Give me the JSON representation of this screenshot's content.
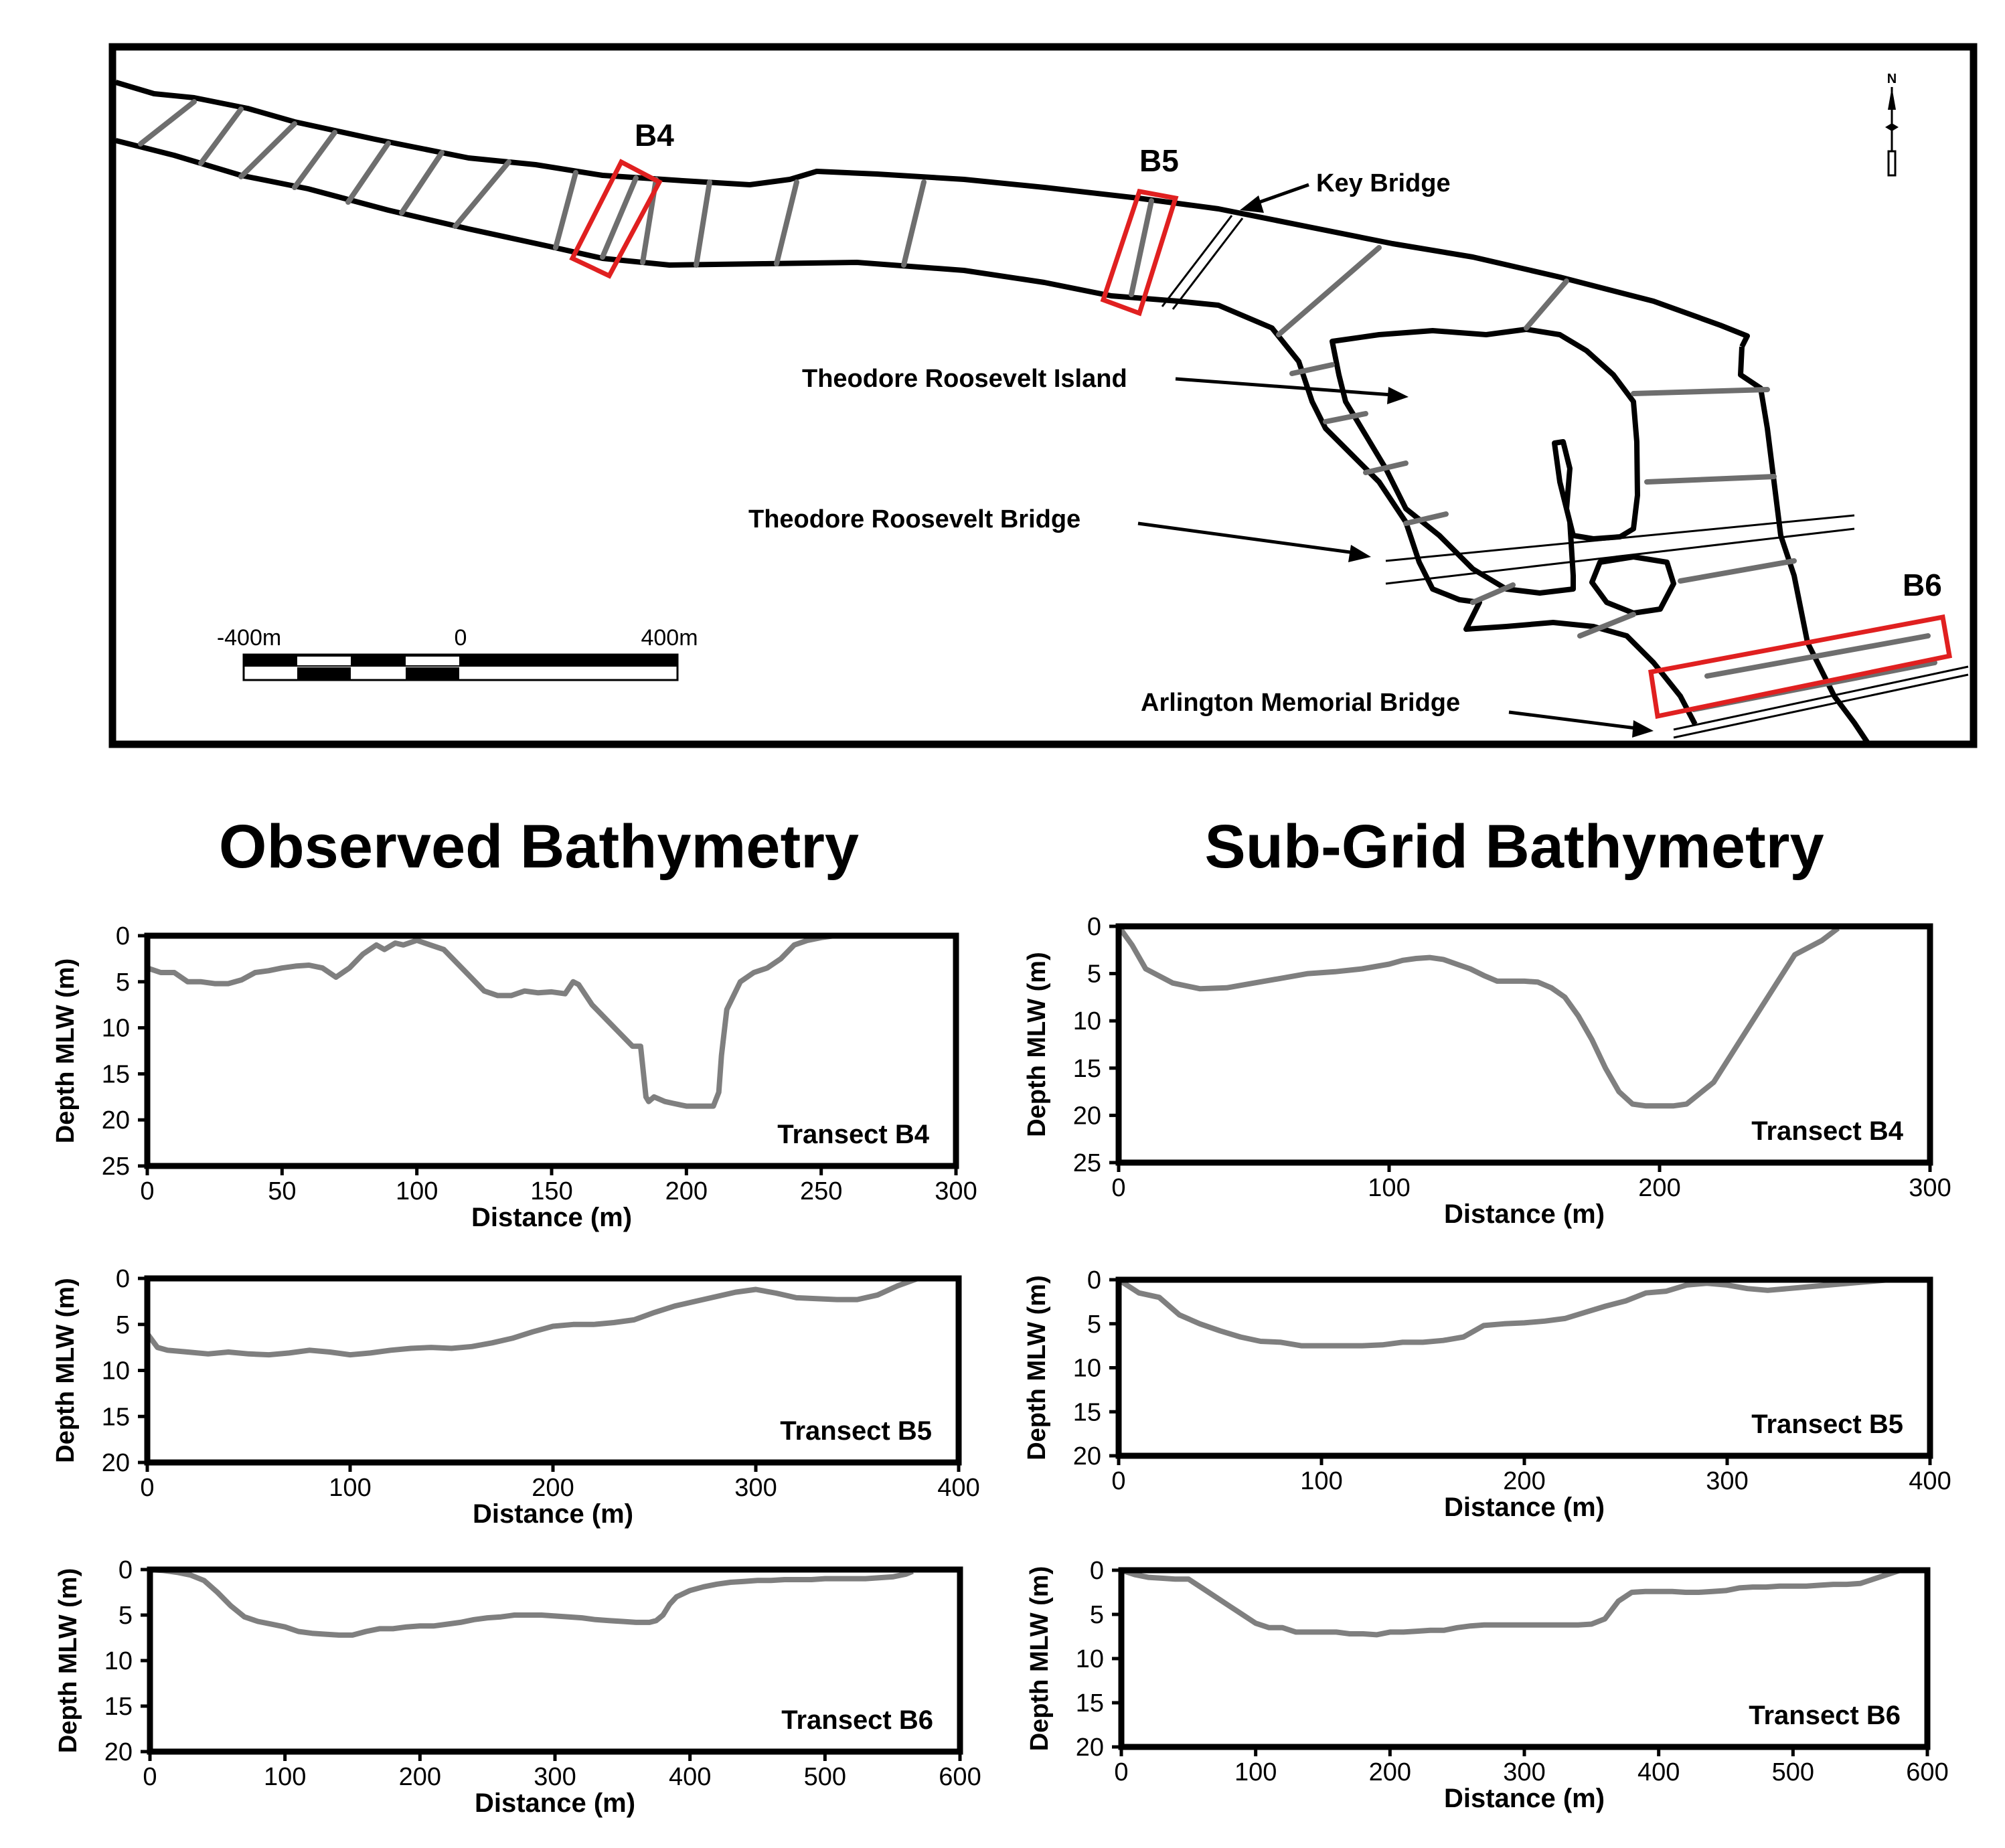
{
  "map": {
    "transect_labels": [
      "B4",
      "B5",
      "B6"
    ],
    "annotations": {
      "key_bridge": "Key Bridge",
      "tr_island": "Theodore Roosevelt Island",
      "tr_bridge": "Theodore Roosevelt Bridge",
      "arlington_bridge": "Arlington Memorial Bridge"
    },
    "scale_bar": {
      "left": "-400m",
      "mid": "0",
      "right": "400m"
    },
    "north_label": "N",
    "colors": {
      "highlight": "#e02020",
      "transect": "#6e6e6e",
      "shore": "#000000"
    }
  },
  "column_titles": {
    "observed": "Observed Bathymetry",
    "subgrid": "Sub-Grid Bathymetry"
  },
  "chart_data": [
    {
      "type": "line",
      "panel": "observed-b4",
      "label": "Transect B4",
      "xlabel": "Distance (m)",
      "ylabel": "Depth MLW (m)",
      "xlim": [
        0,
        300
      ],
      "ylim": [
        0,
        25
      ],
      "y_inverted": true,
      "xticks": [
        0,
        50,
        100,
        150,
        200,
        250,
        300
      ],
      "yticks": [
        0,
        5,
        10,
        15,
        20,
        25
      ],
      "line_color": "#7f7f7f",
      "series": [
        {
          "x": [
            0,
            5,
            10,
            15,
            20,
            25,
            30,
            35,
            40,
            45,
            50,
            55,
            60,
            65,
            70,
            75,
            80,
            85,
            88,
            92,
            95,
            100,
            105,
            110,
            115,
            120,
            125,
            130,
            135,
            140,
            145,
            150,
            155,
            158,
            160,
            165,
            170,
            175,
            180,
            183,
            185,
            186,
            188,
            192,
            195,
            200,
            205,
            210,
            212,
            213,
            215,
            220,
            225,
            230,
            235,
            240,
            245,
            250,
            255
          ],
          "y": [
            3.5,
            4,
            4,
            5,
            5,
            5.2,
            5.2,
            4.8,
            4,
            3.8,
            3.5,
            3.3,
            3.2,
            3.5,
            4.5,
            3.5,
            2,
            1,
            1.5,
            0.8,
            1,
            0.5,
            1,
            1.5,
            3,
            4.5,
            6,
            6.5,
            6.5,
            6,
            6.2,
            6.1,
            6.3,
            5,
            5.3,
            7.5,
            9,
            10.5,
            12,
            12,
            17.5,
            18,
            17.5,
            18,
            18.2,
            18.5,
            18.5,
            18.5,
            17,
            13,
            8,
            5,
            4,
            3.5,
            2.5,
            1,
            0.5,
            0.2,
            0
          ]
        }
      ]
    },
    {
      "type": "line",
      "panel": "observed-b5",
      "label": "Transect B5",
      "xlabel": "Distance (m)",
      "ylabel": "Depth MLW (m)",
      "xlim": [
        0,
        400
      ],
      "ylim": [
        0,
        20
      ],
      "y_inverted": true,
      "xticks": [
        0,
        100,
        200,
        300,
        400
      ],
      "yticks": [
        0,
        5,
        10,
        15,
        20
      ],
      "line_color": "#7f7f7f",
      "series": [
        {
          "x": [
            0,
            5,
            10,
            20,
            30,
            40,
            50,
            60,
            70,
            80,
            90,
            100,
            110,
            120,
            130,
            140,
            150,
            160,
            170,
            180,
            190,
            200,
            210,
            220,
            230,
            240,
            250,
            260,
            270,
            280,
            290,
            300,
            310,
            320,
            330,
            340,
            350,
            360,
            370,
            380
          ],
          "y": [
            6,
            7.5,
            7.8,
            8,
            8.2,
            8,
            8.2,
            8.3,
            8.1,
            7.8,
            8,
            8.3,
            8.1,
            7.8,
            7.6,
            7.5,
            7.6,
            7.4,
            7,
            6.5,
            5.8,
            5.2,
            5,
            5,
            4.8,
            4.5,
            3.7,
            3,
            2.5,
            2,
            1.5,
            1.2,
            1.6,
            2.1,
            2.2,
            2.3,
            2.3,
            1.8,
            0.8,
            0
          ]
        }
      ]
    },
    {
      "type": "line",
      "panel": "observed-b6",
      "label": "Transect B6",
      "xlabel": "Distance (m)",
      "ylabel": "Depth MLW (m)",
      "xlim": [
        0,
        600
      ],
      "ylim": [
        0,
        20
      ],
      "y_inverted": true,
      "xticks": [
        0,
        100,
        200,
        300,
        400,
        500,
        600
      ],
      "yticks": [
        0,
        5,
        10,
        15,
        20
      ],
      "line_color": "#7f7f7f",
      "series": [
        {
          "x": [
            0,
            10,
            20,
            30,
            40,
            50,
            60,
            70,
            80,
            90,
            100,
            110,
            120,
            130,
            140,
            150,
            160,
            170,
            180,
            190,
            200,
            210,
            220,
            230,
            240,
            250,
            260,
            270,
            280,
            290,
            300,
            310,
            320,
            330,
            340,
            350,
            360,
            370,
            375,
            380,
            385,
            390,
            400,
            410,
            420,
            430,
            440,
            450,
            460,
            470,
            480,
            490,
            500,
            510,
            520,
            530,
            540,
            550,
            560,
            565
          ],
          "y": [
            0,
            0.1,
            0.3,
            0.6,
            1.2,
            2.5,
            4,
            5.2,
            5.7,
            6,
            6.3,
            6.8,
            7,
            7.1,
            7.2,
            7.2,
            6.8,
            6.5,
            6.5,
            6.3,
            6.2,
            6.2,
            6,
            5.8,
            5.5,
            5.3,
            5.2,
            5,
            5,
            5,
            5.1,
            5.2,
            5.3,
            5.5,
            5.6,
            5.7,
            5.8,
            5.8,
            5.6,
            5,
            3.8,
            3,
            2.3,
            1.9,
            1.6,
            1.4,
            1.3,
            1.2,
            1.2,
            1.1,
            1.1,
            1.1,
            1,
            1,
            1,
            1,
            0.9,
            0.8,
            0.5,
            0.2
          ]
        }
      ]
    },
    {
      "type": "line",
      "panel": "subgrid-b4",
      "label": "Transect B4",
      "xlabel": "Distance (m)",
      "ylabel": "Depth MLW (m)",
      "xlim": [
        0,
        300
      ],
      "ylim": [
        0,
        25
      ],
      "y_inverted": true,
      "xticks": [
        0,
        100,
        200,
        300
      ],
      "yticks": [
        0,
        5,
        10,
        15,
        20,
        25
      ],
      "line_color": "#7f7f7f",
      "series": [
        {
          "x": [
            0,
            5,
            10,
            20,
            30,
            40,
            50,
            60,
            70,
            80,
            90,
            100,
            105,
            110,
            115,
            120,
            125,
            130,
            135,
            140,
            150,
            155,
            160,
            165,
            170,
            175,
            180,
            185,
            190,
            195,
            200,
            205,
            210,
            220,
            230,
            240,
            250,
            260,
            266
          ],
          "y": [
            0,
            2,
            4.5,
            6,
            6.6,
            6.5,
            6,
            5.5,
            5,
            4.8,
            4.5,
            4,
            3.6,
            3.4,
            3.3,
            3.5,
            4,
            4.5,
            5.2,
            5.8,
            5.8,
            5.9,
            6.5,
            7.5,
            9.5,
            12,
            15,
            17.5,
            18.8,
            19,
            19,
            19,
            18.8,
            16.5,
            12,
            7.5,
            3,
            1.5,
            0.2
          ]
        }
      ]
    },
    {
      "type": "line",
      "panel": "subgrid-b5",
      "label": "Transect B5",
      "xlabel": "Distance (m)",
      "ylabel": "Depth MLW (m)",
      "xlim": [
        0,
        400
      ],
      "ylim": [
        0,
        20
      ],
      "y_inverted": true,
      "xticks": [
        0,
        100,
        200,
        300,
        400
      ],
      "yticks": [
        0,
        5,
        10,
        15,
        20
      ],
      "line_color": "#7f7f7f",
      "series": [
        {
          "x": [
            0,
            10,
            20,
            30,
            40,
            50,
            60,
            70,
            80,
            90,
            100,
            110,
            120,
            130,
            140,
            150,
            160,
            170,
            180,
            190,
            200,
            210,
            220,
            230,
            240,
            250,
            260,
            270,
            280,
            290,
            300,
            310,
            320,
            330,
            340,
            350,
            360,
            370,
            380
          ],
          "y": [
            0,
            1.5,
            2,
            4,
            5,
            5.8,
            6.5,
            7,
            7.1,
            7.5,
            7.5,
            7.5,
            7.5,
            7.4,
            7.1,
            7.1,
            6.9,
            6.5,
            5.2,
            5,
            4.9,
            4.7,
            4.4,
            3.7,
            3,
            2.4,
            1.5,
            1.3,
            0.6,
            0.4,
            0.6,
            1,
            1.2,
            1,
            0.8,
            0.6,
            0.4,
            0.2,
            0
          ]
        }
      ]
    },
    {
      "type": "line",
      "panel": "subgrid-b6",
      "label": "Transect B6",
      "xlabel": "Distance (m)",
      "ylabel": "Depth MLW (m)",
      "xlim": [
        0,
        600
      ],
      "ylim": [
        0,
        20
      ],
      "y_inverted": true,
      "xticks": [
        0,
        100,
        200,
        300,
        400,
        500,
        600
      ],
      "yticks": [
        0,
        5,
        10,
        15,
        20
      ],
      "line_color": "#7f7f7f",
      "series": [
        {
          "x": [
            0,
            10,
            20,
            30,
            40,
            50,
            60,
            70,
            80,
            90,
            100,
            110,
            120,
            130,
            140,
            150,
            160,
            170,
            180,
            190,
            200,
            210,
            220,
            230,
            240,
            250,
            260,
            270,
            280,
            290,
            300,
            310,
            320,
            330,
            340,
            350,
            360,
            370,
            380,
            390,
            400,
            410,
            420,
            430,
            440,
            450,
            460,
            470,
            480,
            490,
            500,
            510,
            520,
            530,
            540,
            550,
            560,
            570,
            580
          ],
          "y": [
            0,
            0.5,
            0.8,
            0.9,
            1,
            1,
            2,
            3,
            4,
            5,
            6,
            6.5,
            6.5,
            7,
            7,
            7,
            7,
            7.2,
            7.2,
            7.3,
            7,
            7,
            6.9,
            6.8,
            6.8,
            6.5,
            6.3,
            6.2,
            6.2,
            6.2,
            6.2,
            6.2,
            6.2,
            6.2,
            6.2,
            6.1,
            5.5,
            3.5,
            2.5,
            2.4,
            2.4,
            2.4,
            2.5,
            2.5,
            2.4,
            2.3,
            2,
            1.9,
            1.9,
            1.8,
            1.8,
            1.8,
            1.7,
            1.6,
            1.6,
            1.5,
            1,
            0.5,
            0
          ]
        }
      ]
    }
  ]
}
